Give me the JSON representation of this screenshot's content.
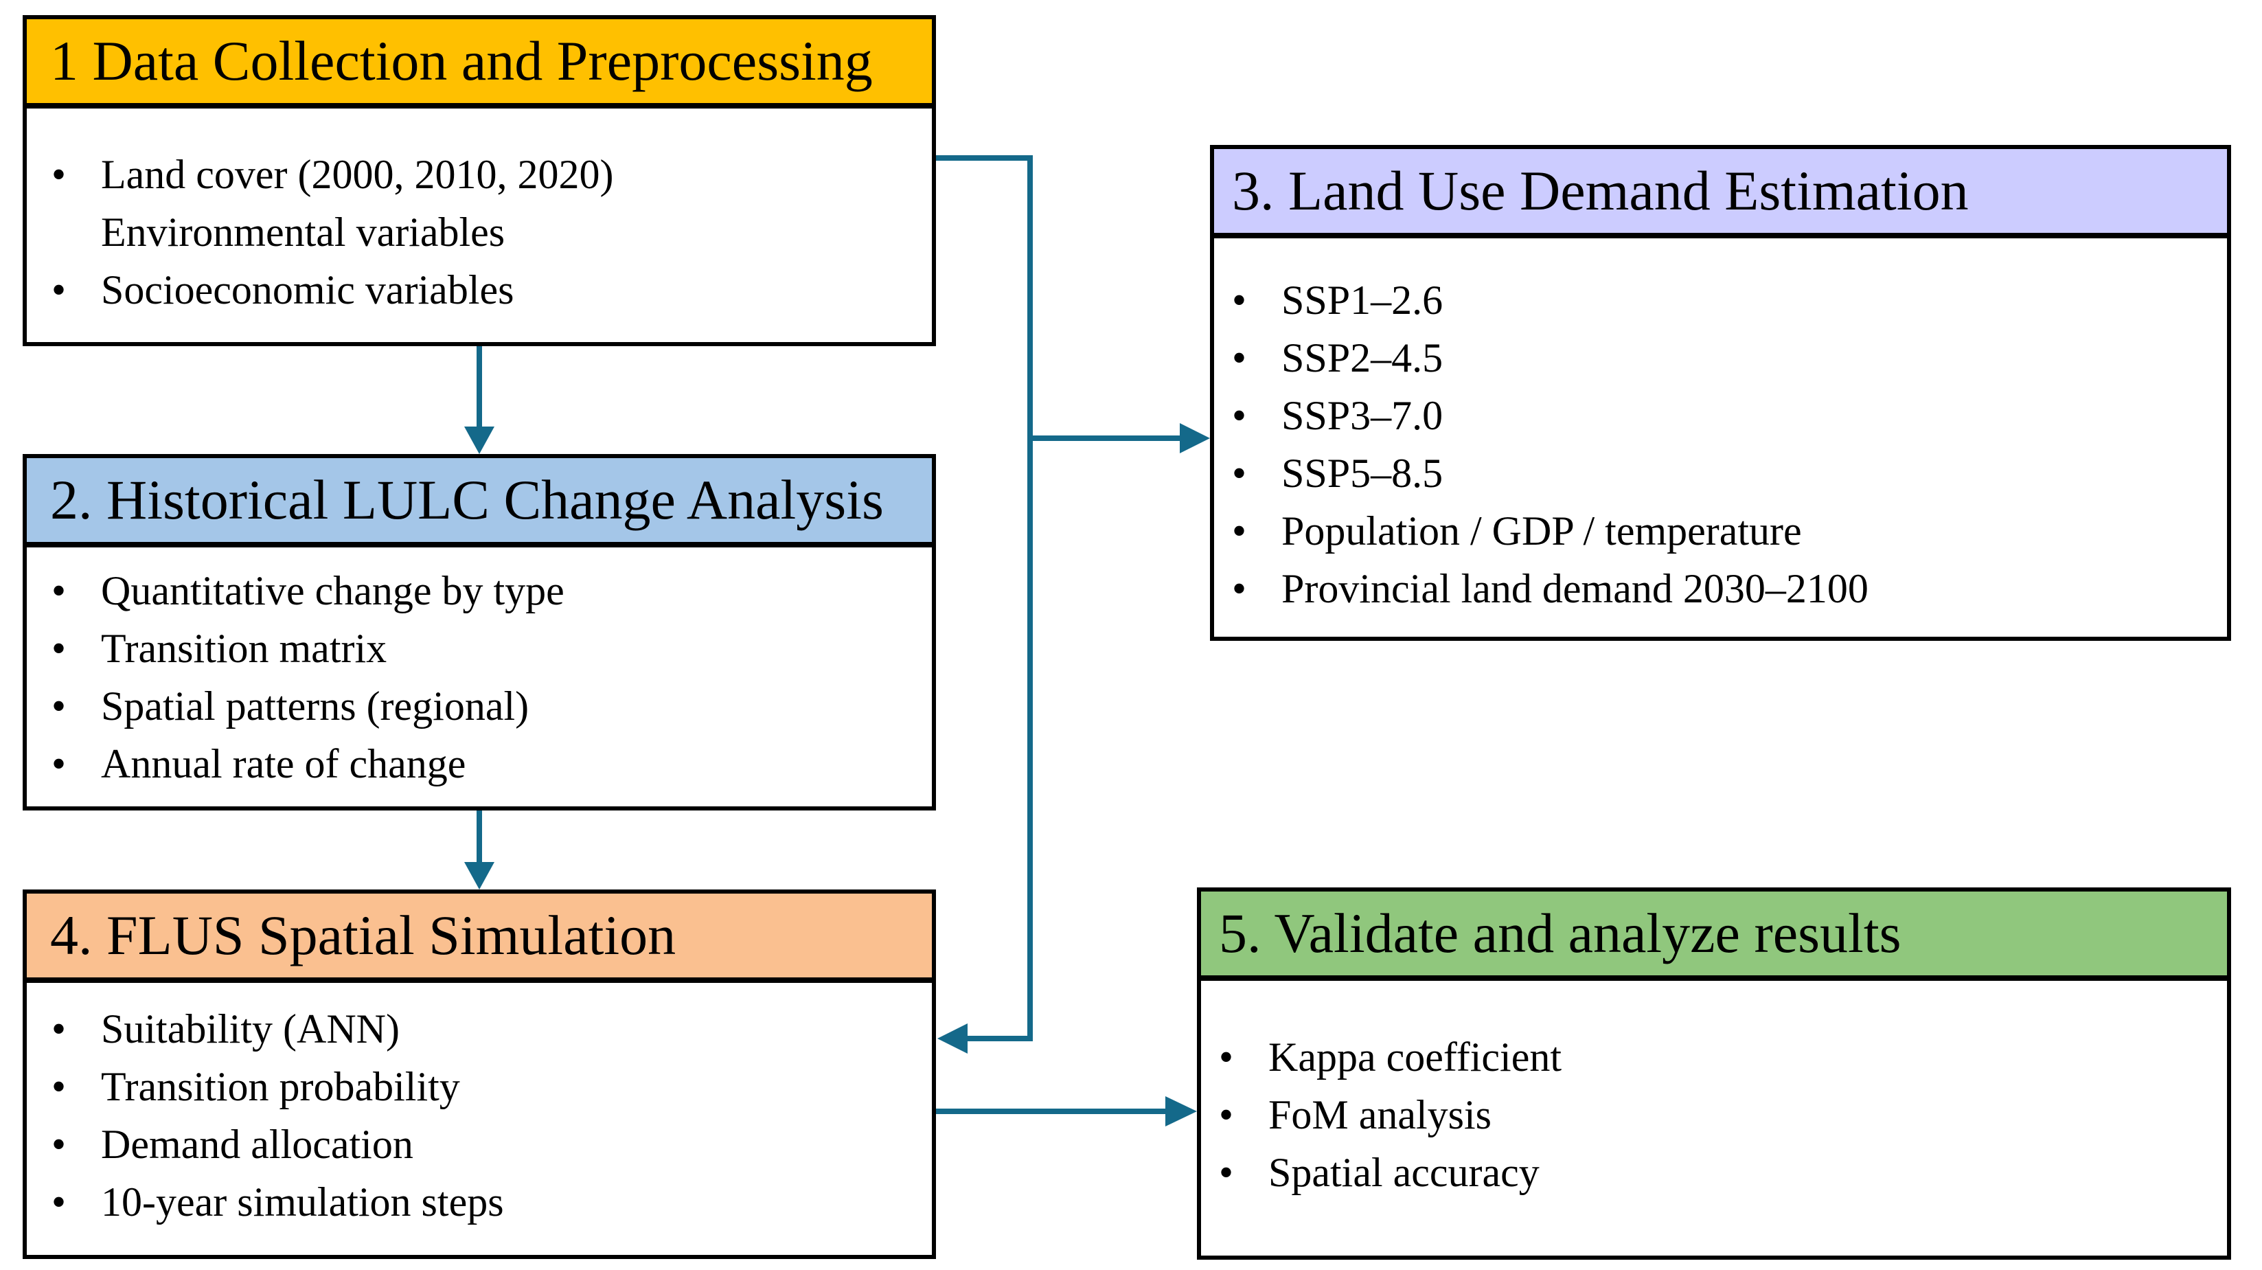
{
  "diagram": {
    "type": "flowchart",
    "description": "Workflow of LULC data processing, demand estimation, FLUS simulation and validation"
  },
  "colors": {
    "connector": "#14698A",
    "border": "#000000",
    "background": "#FFFFFF",
    "box1_header": "#FFC000",
    "box2_header": "#A4C6E8",
    "box3_header": "#CCCCFF",
    "box4_header": "#FAC090",
    "box5_header": "#90C77D"
  },
  "bullet_glyph": "•",
  "boxes": [
    {
      "title": "1 Data Collection and Preprocessing",
      "color": "#FFC000",
      "items": [
        {
          "marker": "•",
          "text": "Land cover (2000, 2010, 2020)"
        },
        {
          "marker": "",
          "text": "Environmental variables"
        },
        {
          "marker": "•",
          "text": "Socioeconomic variables"
        }
      ]
    },
    {
      "title": "2. Historical LULC Change Analysis",
      "color": "#A4C6E8",
      "items": [
        {
          "marker": "•",
          "text": "Quantitative change by type"
        },
        {
          "marker": "•",
          "text": "Transition matrix"
        },
        {
          "marker": "•",
          "text": "Spatial patterns (regional)"
        },
        {
          "marker": "•",
          "text": "Annual rate of change"
        }
      ]
    },
    {
      "title": "3. Land Use Demand Estimation",
      "color": "#CCCCFF",
      "items": [
        {
          "marker": "•",
          "text": "SSP1–2.6"
        },
        {
          "marker": "•",
          "text": "SSP2–4.5"
        },
        {
          "marker": "•",
          "text": "SSP3–7.0"
        },
        {
          "marker": "•",
          "text": "SSP5–8.5"
        },
        {
          "marker": "•",
          "text": "Population / GDP / temperature"
        },
        {
          "marker": "•",
          "text": "Provincial land demand 2030–2100"
        }
      ]
    },
    {
      "title": "4. FLUS Spatial Simulation",
      "color": "#FAC090",
      "items": [
        {
          "marker": "•",
          "text": "Suitability (ANN)"
        },
        {
          "marker": "•",
          "text": "Transition probability"
        },
        {
          "marker": "•",
          "text": "Demand allocation"
        },
        {
          "marker": "•",
          "text": "10-year simulation steps"
        }
      ]
    },
    {
      "title": "5. Validate and analyze results",
      "color": "#90C77D",
      "items": [
        {
          "marker": "•",
          "text": "Kappa coefficient"
        },
        {
          "marker": "•",
          "text": "FoM analysis"
        },
        {
          "marker": "•",
          "text": "Spatial accuracy"
        }
      ]
    }
  ],
  "connectors": [
    {
      "from": "box-1",
      "to": "box-2",
      "style": "straight-down"
    },
    {
      "from": "box-2",
      "to": "box-4",
      "style": "straight-down"
    },
    {
      "from": "box-1",
      "to": "box-4",
      "style": "right-down-left elbow"
    },
    {
      "from": "box-1",
      "to": "box-3",
      "style": "right branch"
    },
    {
      "from": "box-4",
      "to": "box-5",
      "style": "straight-right"
    }
  ]
}
